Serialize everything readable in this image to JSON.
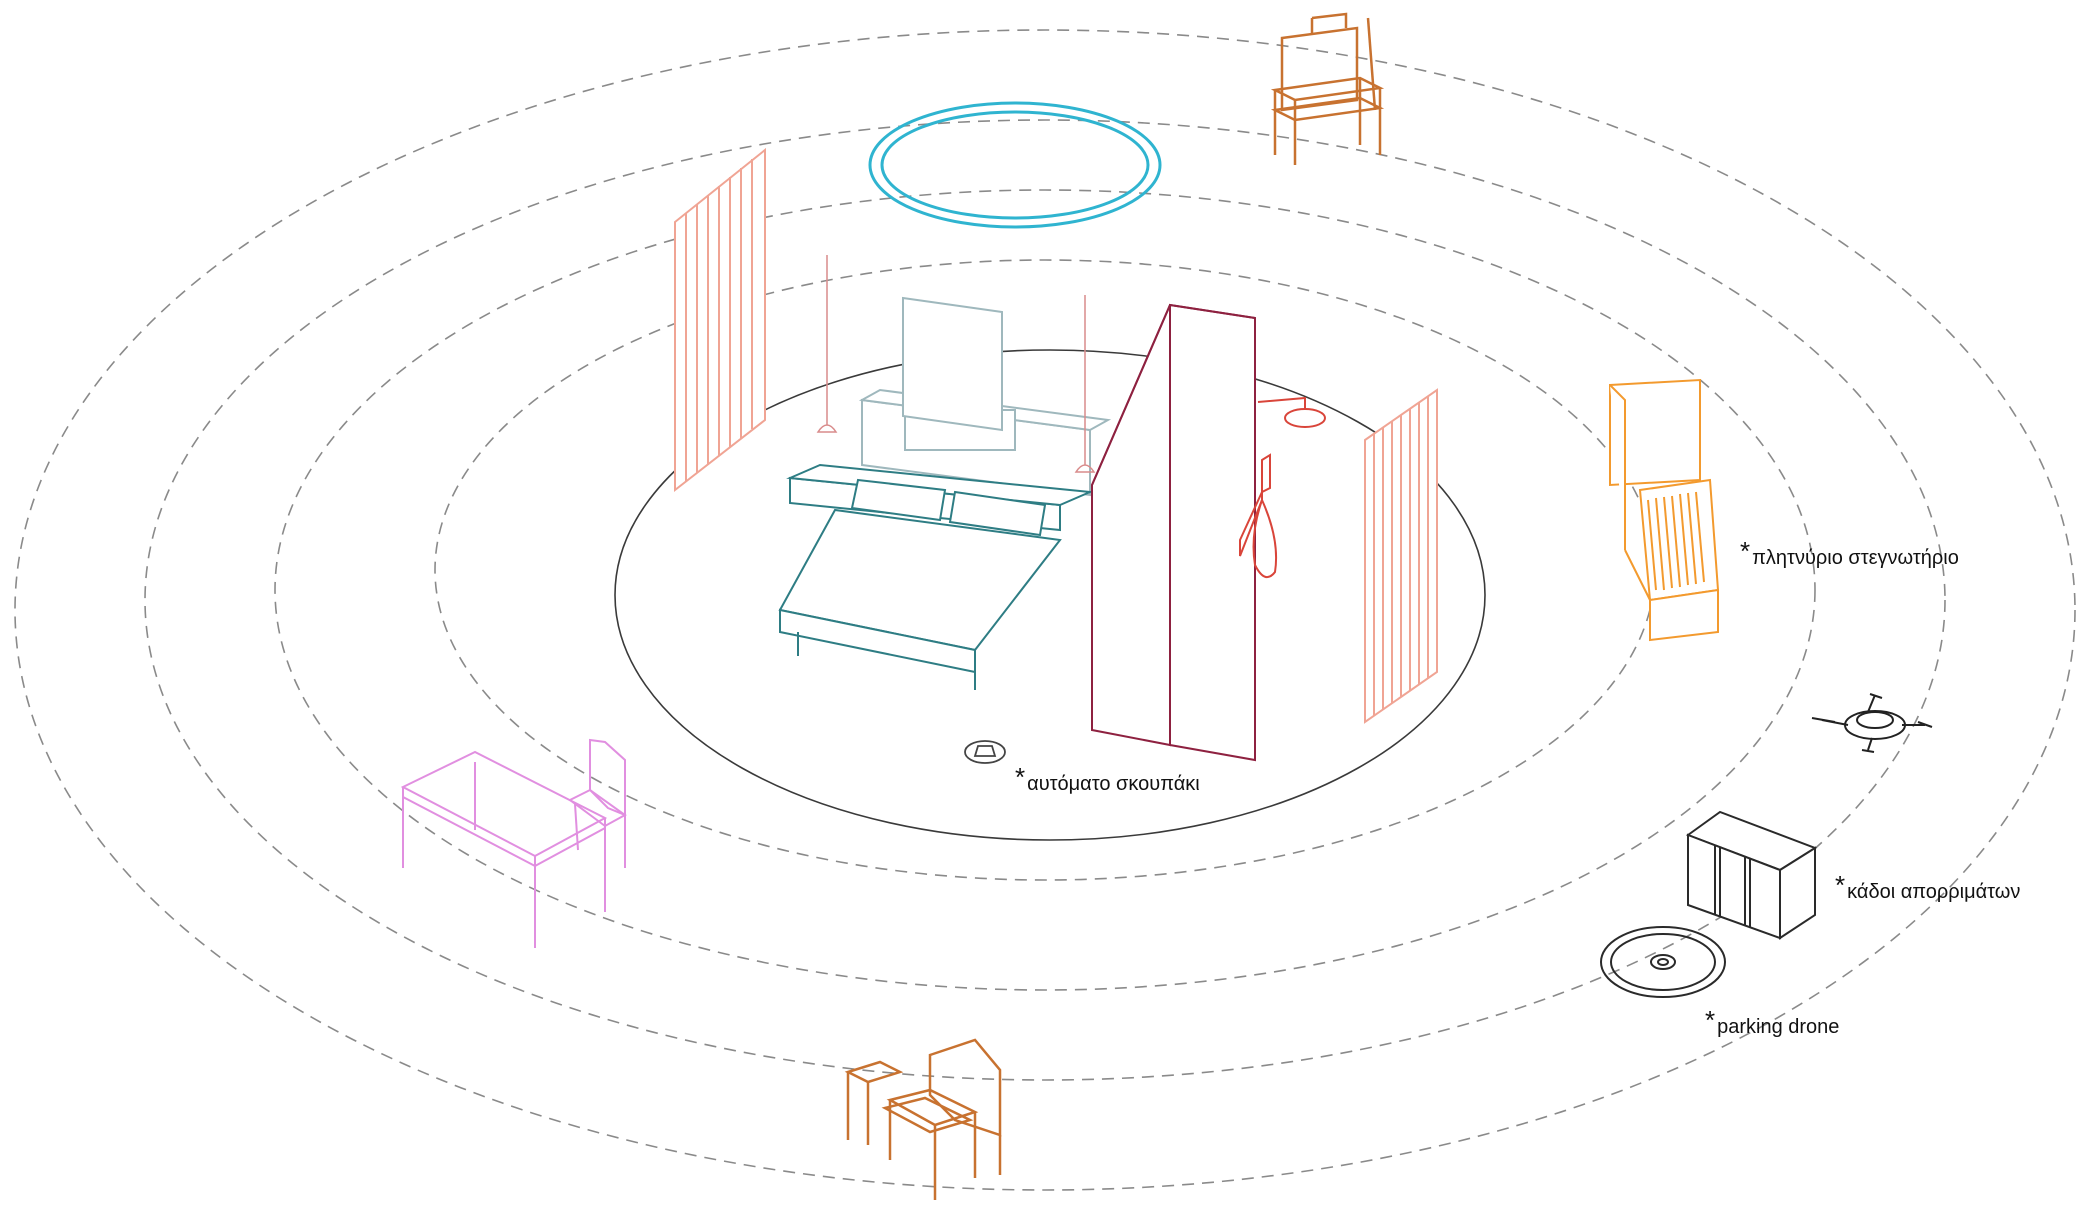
{
  "labels": {
    "washer_dryer": "πλητνύριο στεγνωτήριο",
    "vacuum": "αυτόματο σκουπάκι",
    "bins": "κάδοι απορριμάτων",
    "drone_parking": "parking drone",
    "asterisk": "*"
  },
  "colors": {
    "orbit": "#8a8a8a",
    "core_ring": "#3a3a3a",
    "bed": "#2e7d84",
    "tv_console": "#9fb8bd",
    "partition": "#8e2140",
    "bath_fixture": "#d9453a",
    "curtain": "#f0a494",
    "ceiling_light": "#2fb4d0",
    "armchair": "#c87230",
    "washer": "#f39a2e",
    "desk": "#e18fe0",
    "bins": "#2a2a2a"
  },
  "icons": [
    "drone-icon",
    "drone-parking-pad-icon",
    "robot-vacuum-icon",
    "waste-bins-icon"
  ]
}
